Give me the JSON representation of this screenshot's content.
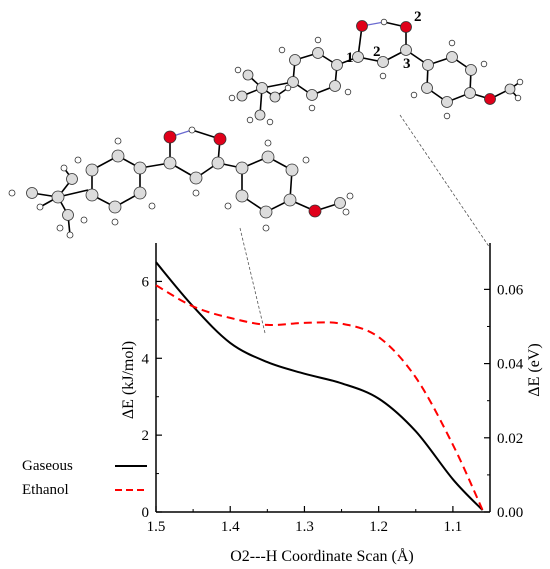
{
  "chart_data": {
    "type": "line",
    "title": "",
    "xlabel": "O2---H Coordinate Scan (Å)",
    "ylabel": "ΔE (kJ/mol)",
    "y2label": "ΔE (eV)",
    "xlim": [
      1.5,
      1.05
    ],
    "x_reversed": true,
    "ylim": [
      0,
      7
    ],
    "y2lim": [
      0,
      0.0725
    ],
    "xticks": [
      "1.5",
      "1.4",
      "1.3",
      "1.2",
      "1.1"
    ],
    "xtick_values": [
      1.5,
      1.4,
      1.3,
      1.2,
      1.1
    ],
    "yticks": [
      "0",
      "2",
      "4",
      "6"
    ],
    "ytick_values": [
      0,
      2,
      4,
      6
    ],
    "y2ticks": [
      "0.00",
      "0.02",
      "0.04",
      "0.06"
    ],
    "y2tick_values": [
      0,
      0.02,
      0.04,
      0.06
    ],
    "grid": false,
    "legend_position": "lower-left outside",
    "series": [
      {
        "name": "Gaseous",
        "color": "#000000",
        "dash": "solid",
        "x": [
          1.5,
          1.45,
          1.4,
          1.35,
          1.3,
          1.25,
          1.2,
          1.15,
          1.1,
          1.06
        ],
        "y": [
          6.5,
          5.35,
          4.4,
          3.9,
          3.6,
          3.35,
          2.95,
          2.1,
          0.85,
          0.05
        ]
      },
      {
        "name": "Ethanol",
        "color": "#ff0000",
        "dash": "dashed",
        "x": [
          1.5,
          1.45,
          1.4,
          1.35,
          1.3,
          1.25,
          1.2,
          1.15,
          1.1,
          1.06
        ],
        "y": [
          5.9,
          5.35,
          5.05,
          4.87,
          4.92,
          4.9,
          4.55,
          3.5,
          1.75,
          0.05
        ]
      }
    ],
    "structure_labels": [
      "1",
      "2",
      "3",
      "2"
    ]
  },
  "colors": {
    "oxygen": "#e0001a",
    "hydrogen_bond": "#6a6ad0",
    "bond": "#000000"
  }
}
